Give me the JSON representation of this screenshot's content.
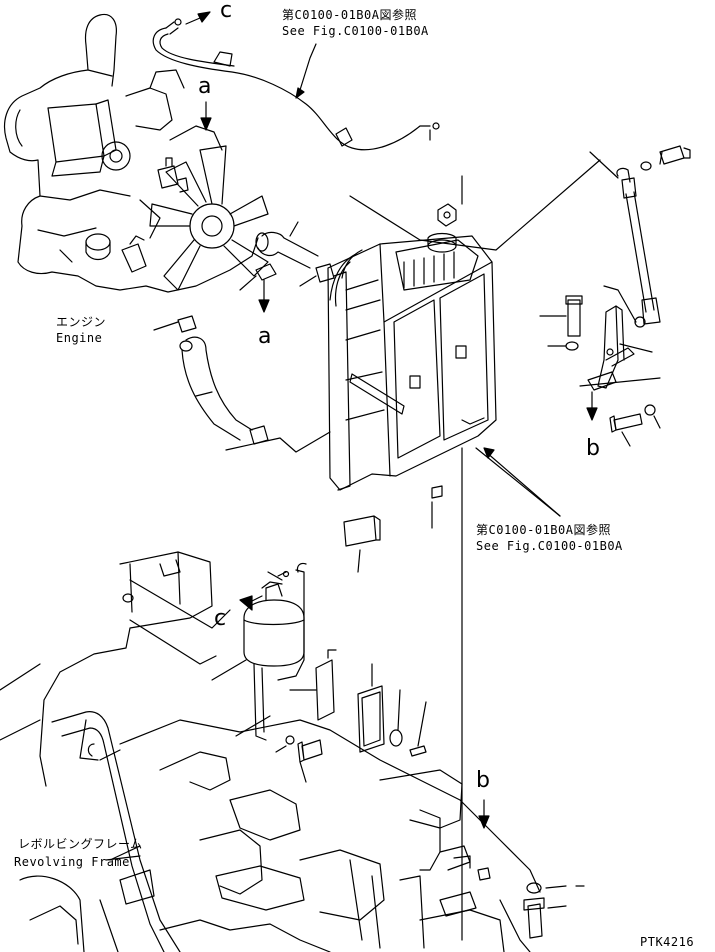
{
  "refs": {
    "top_jp": "第C0100-01B0A図参照",
    "top_en": "See Fig.C0100-01B0A",
    "mid_jp": "第C0100-01B0A図参照",
    "mid_en": "See Fig.C0100-01B0A"
  },
  "parts": {
    "engine_jp": "エンジン",
    "engine_en": "Engine",
    "frame_jp": "レボルビングフレーム",
    "frame_en": "Revolving Frame"
  },
  "markers": {
    "c_top": "c",
    "c_bottom": "c",
    "a_top": "a",
    "a_bottom": "a",
    "b_top": "b",
    "b_bottom": "b"
  },
  "drawing_id": "PTK4216"
}
